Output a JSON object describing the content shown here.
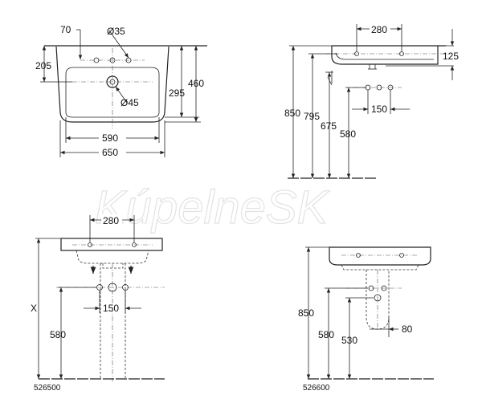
{
  "top_view": {
    "dim_70": "70",
    "dim_dia35": "Ø35",
    "dim_205": "205",
    "dim_460": "460",
    "dim_295": "295",
    "dim_dia45": "Ø45",
    "dim_590": "590",
    "dim_650": "650"
  },
  "side_view": {
    "dim_280": "280",
    "dim_125": "125",
    "dim_850": "850",
    "dim_795": "795",
    "dim_675": "675",
    "dim_580": "580",
    "dim_150": "150"
  },
  "pedestal_view": {
    "dim_280": "280",
    "dim_x": "X",
    "dim_150": "150",
    "dim_580": "580",
    "model_code": "526500"
  },
  "semi_pedestal_view": {
    "dim_850": "850",
    "dim_580": "580",
    "dim_530": "530",
    "dim_80": "80",
    "model_code": "526600"
  },
  "watermark": "KúpelneSK"
}
